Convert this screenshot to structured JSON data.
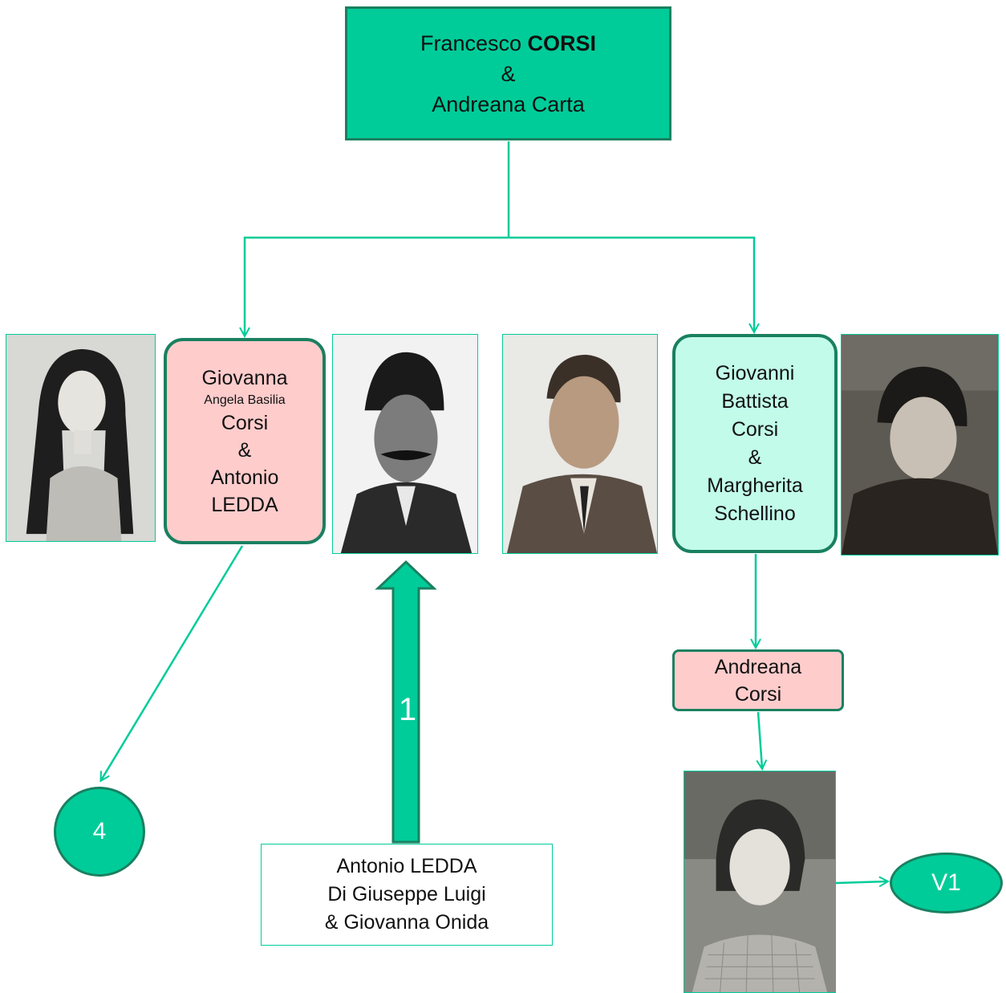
{
  "root": {
    "first": "Francesco",
    "surname": "CORSI",
    "amp": "&",
    "spouse": "Andreana Carta"
  },
  "giovanna": {
    "line1": "Giovanna",
    "line2": "Angela Basilia",
    "line3": "Corsi",
    "amp": "&",
    "line4": "Antonio",
    "line5": "LEDDA"
  },
  "giovanni": {
    "line1": "Giovanni",
    "line2": "Battista",
    "line3": "Corsi",
    "amp": "&",
    "line4": "Margherita",
    "line5": "Schellino"
  },
  "andreana": {
    "line1": "Andreana",
    "line2": "Corsi"
  },
  "ledda": {
    "line1": "Antonio LEDDA",
    "line2": "Di  Giuseppe Luigi",
    "line3": "& Giovanna Onida"
  },
  "arrow_label": "1",
  "circle_4": "4",
  "circle_v1": "V1",
  "colors": {
    "green": "#00cc99",
    "dark_green": "#1a8060",
    "pink": "#ffcccc",
    "mint": "#c2fbea"
  }
}
